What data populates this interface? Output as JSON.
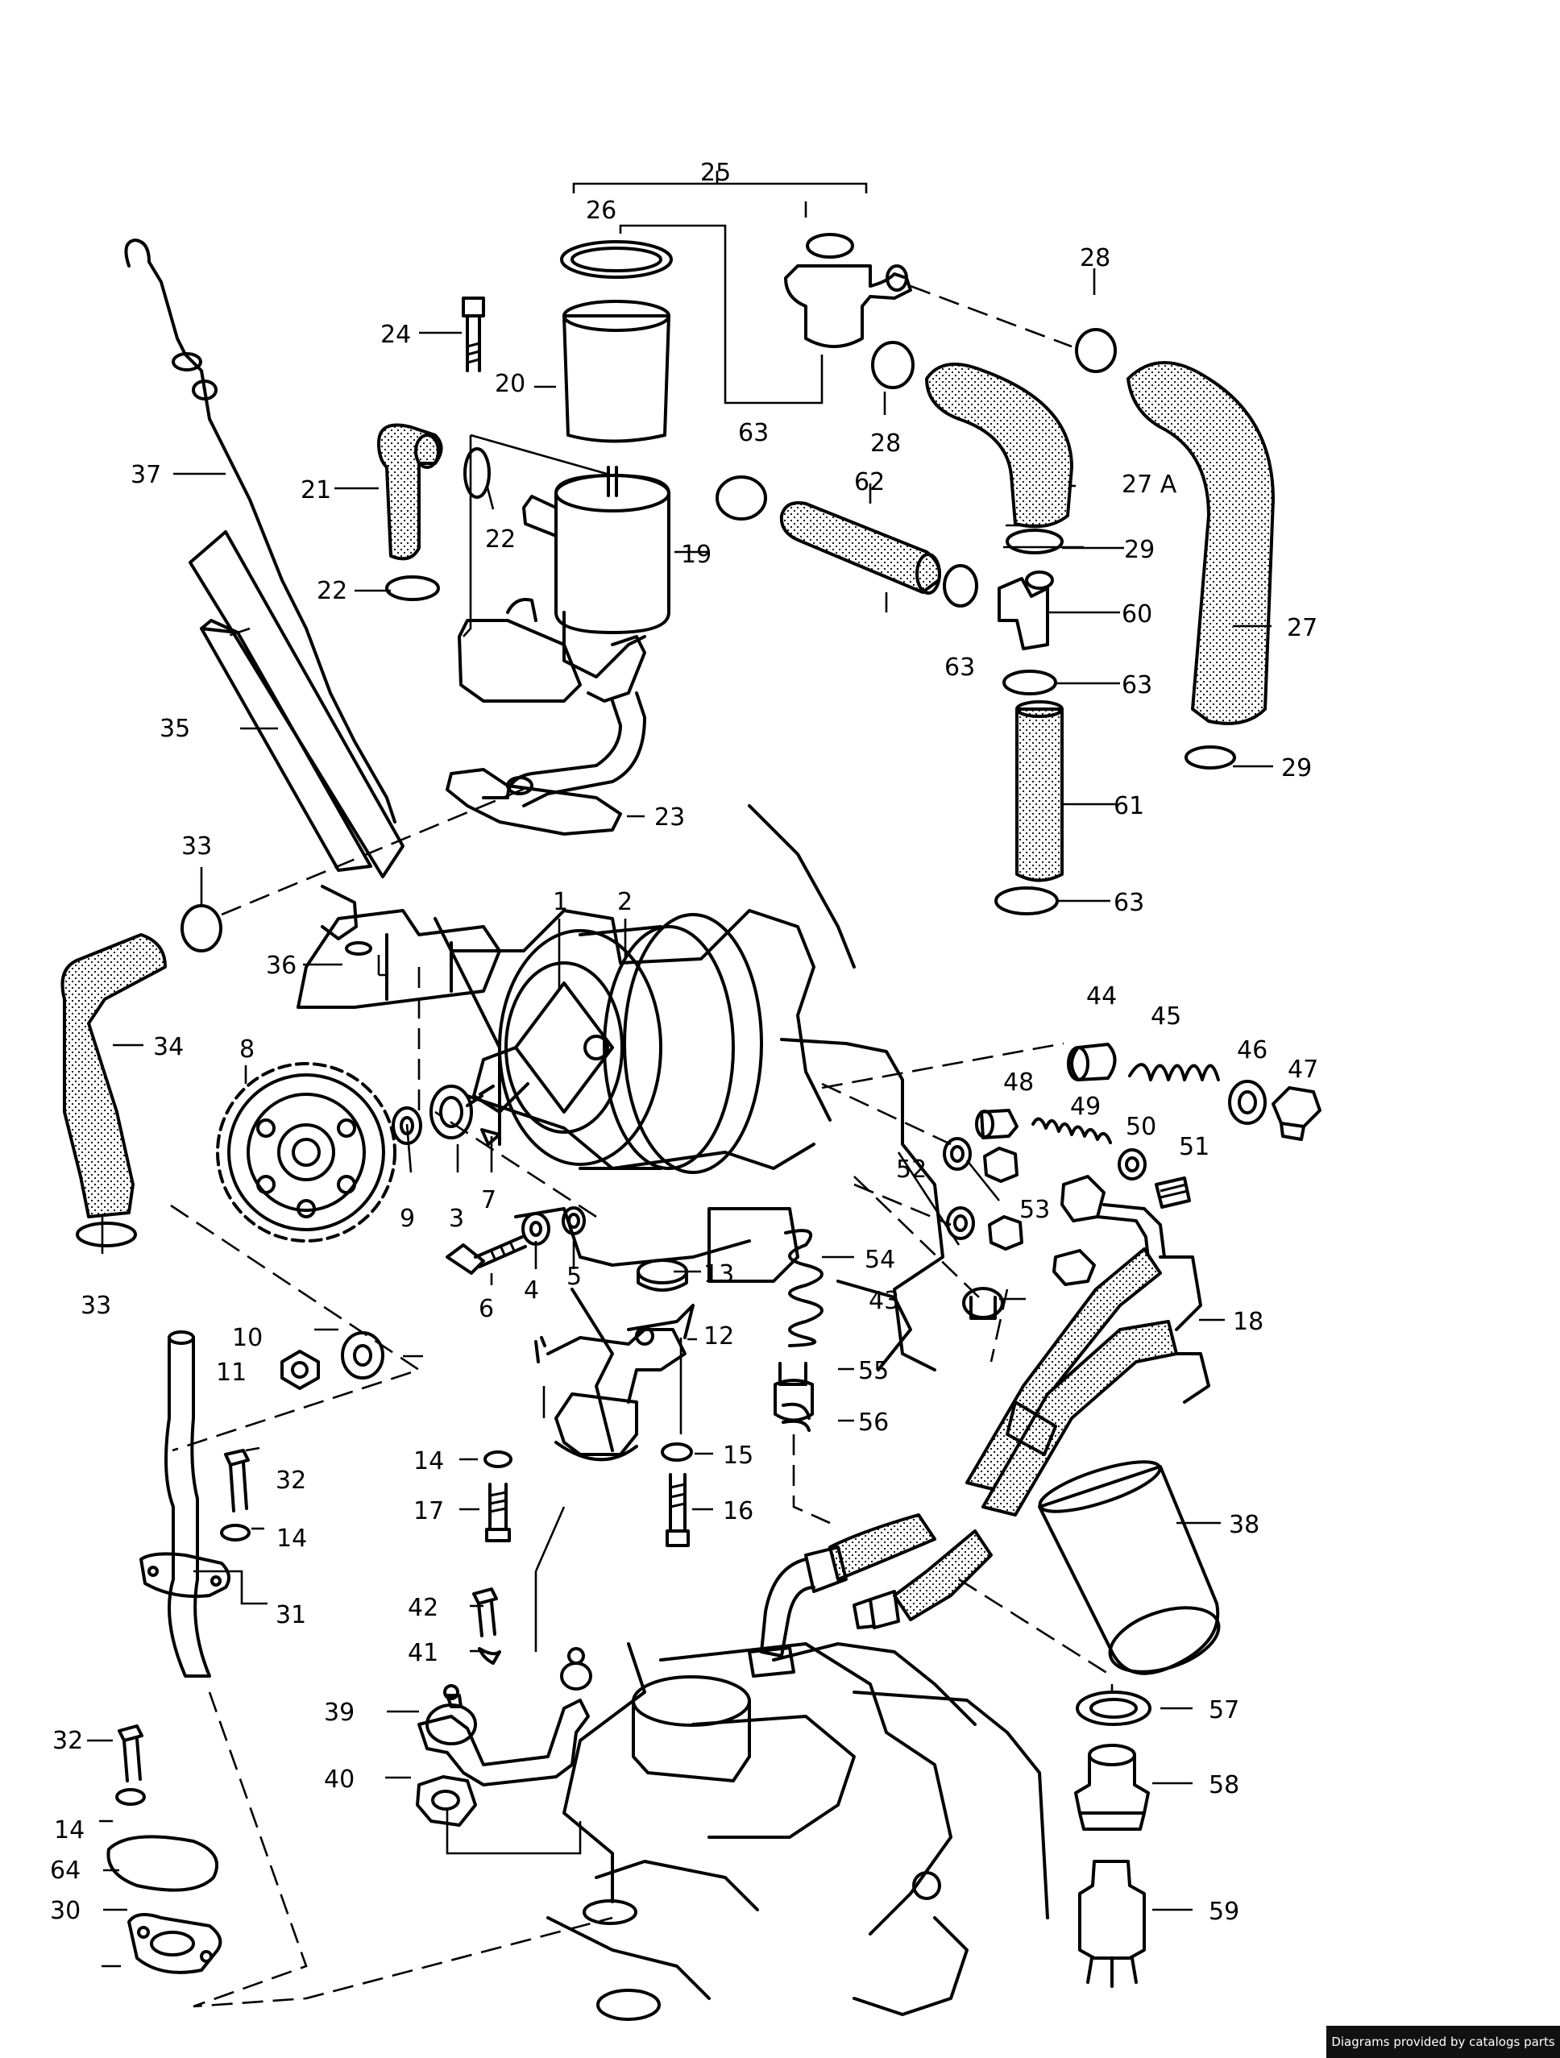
{
  "callouts": [
    {
      "id": "1",
      "text": "1"
    },
    {
      "id": "2",
      "text": "2"
    },
    {
      "id": "3",
      "text": "3"
    },
    {
      "id": "4",
      "text": "4"
    },
    {
      "id": "5",
      "text": "5"
    },
    {
      "id": "6",
      "text": "6"
    },
    {
      "id": "7",
      "text": "7"
    },
    {
      "id": "8",
      "text": "8"
    },
    {
      "id": "9",
      "text": "9"
    },
    {
      "id": "10",
      "text": "10"
    },
    {
      "id": "11",
      "text": "11"
    },
    {
      "id": "12",
      "text": "12"
    },
    {
      "id": "13",
      "text": "13"
    },
    {
      "id": "14a",
      "text": "14"
    },
    {
      "id": "14b",
      "text": "14"
    },
    {
      "id": "14c",
      "text": "14"
    },
    {
      "id": "15",
      "text": "15"
    },
    {
      "id": "16",
      "text": "16"
    },
    {
      "id": "17",
      "text": "17"
    },
    {
      "id": "18",
      "text": "18"
    },
    {
      "id": "19",
      "text": "19"
    },
    {
      "id": "20",
      "text": "20"
    },
    {
      "id": "21",
      "text": "21"
    },
    {
      "id": "22a",
      "text": "22"
    },
    {
      "id": "22b",
      "text": "22"
    },
    {
      "id": "23",
      "text": "23"
    },
    {
      "id": "24",
      "text": "24"
    },
    {
      "id": "25",
      "text": "25"
    },
    {
      "id": "26",
      "text": "26"
    },
    {
      "id": "27",
      "text": "27"
    },
    {
      "id": "27a",
      "text": "27 A"
    },
    {
      "id": "28a",
      "text": "28"
    },
    {
      "id": "28b",
      "text": "28"
    },
    {
      "id": "29a",
      "text": "29"
    },
    {
      "id": "29b",
      "text": "29"
    },
    {
      "id": "30",
      "text": "30"
    },
    {
      "id": "31",
      "text": "31"
    },
    {
      "id": "32a",
      "text": "32"
    },
    {
      "id": "32b",
      "text": "32"
    },
    {
      "id": "33a",
      "text": "33"
    },
    {
      "id": "33b",
      "text": "33"
    },
    {
      "id": "34",
      "text": "34"
    },
    {
      "id": "35",
      "text": "35"
    },
    {
      "id": "36",
      "text": "36"
    },
    {
      "id": "37",
      "text": "37"
    },
    {
      "id": "38",
      "text": "38"
    },
    {
      "id": "39",
      "text": "39"
    },
    {
      "id": "40",
      "text": "40"
    },
    {
      "id": "41",
      "text": "41"
    },
    {
      "id": "42",
      "text": "42"
    },
    {
      "id": "43",
      "text": "43"
    },
    {
      "id": "44",
      "text": "44"
    },
    {
      "id": "45",
      "text": "45"
    },
    {
      "id": "46",
      "text": "46"
    },
    {
      "id": "47",
      "text": "47"
    },
    {
      "id": "48",
      "text": "48"
    },
    {
      "id": "49",
      "text": "49"
    },
    {
      "id": "50",
      "text": "50"
    },
    {
      "id": "51",
      "text": "51"
    },
    {
      "id": "52",
      "text": "52"
    },
    {
      "id": "53",
      "text": "53"
    },
    {
      "id": "54",
      "text": "54"
    },
    {
      "id": "55",
      "text": "55"
    },
    {
      "id": "56",
      "text": "56"
    },
    {
      "id": "57",
      "text": "57"
    },
    {
      "id": "58",
      "text": "58"
    },
    {
      "id": "59",
      "text": "59"
    },
    {
      "id": "60",
      "text": "60"
    },
    {
      "id": "61",
      "text": "61"
    },
    {
      "id": "62",
      "text": "62"
    },
    {
      "id": "63a",
      "text": "63"
    },
    {
      "id": "63b",
      "text": "63"
    },
    {
      "id": "63c",
      "text": "63"
    },
    {
      "id": "63d",
      "text": "63"
    },
    {
      "id": "63e",
      "text": "63"
    },
    {
      "id": "64",
      "text": "64"
    }
  ],
  "watermark": "Diagrams provided by catalogs parts"
}
